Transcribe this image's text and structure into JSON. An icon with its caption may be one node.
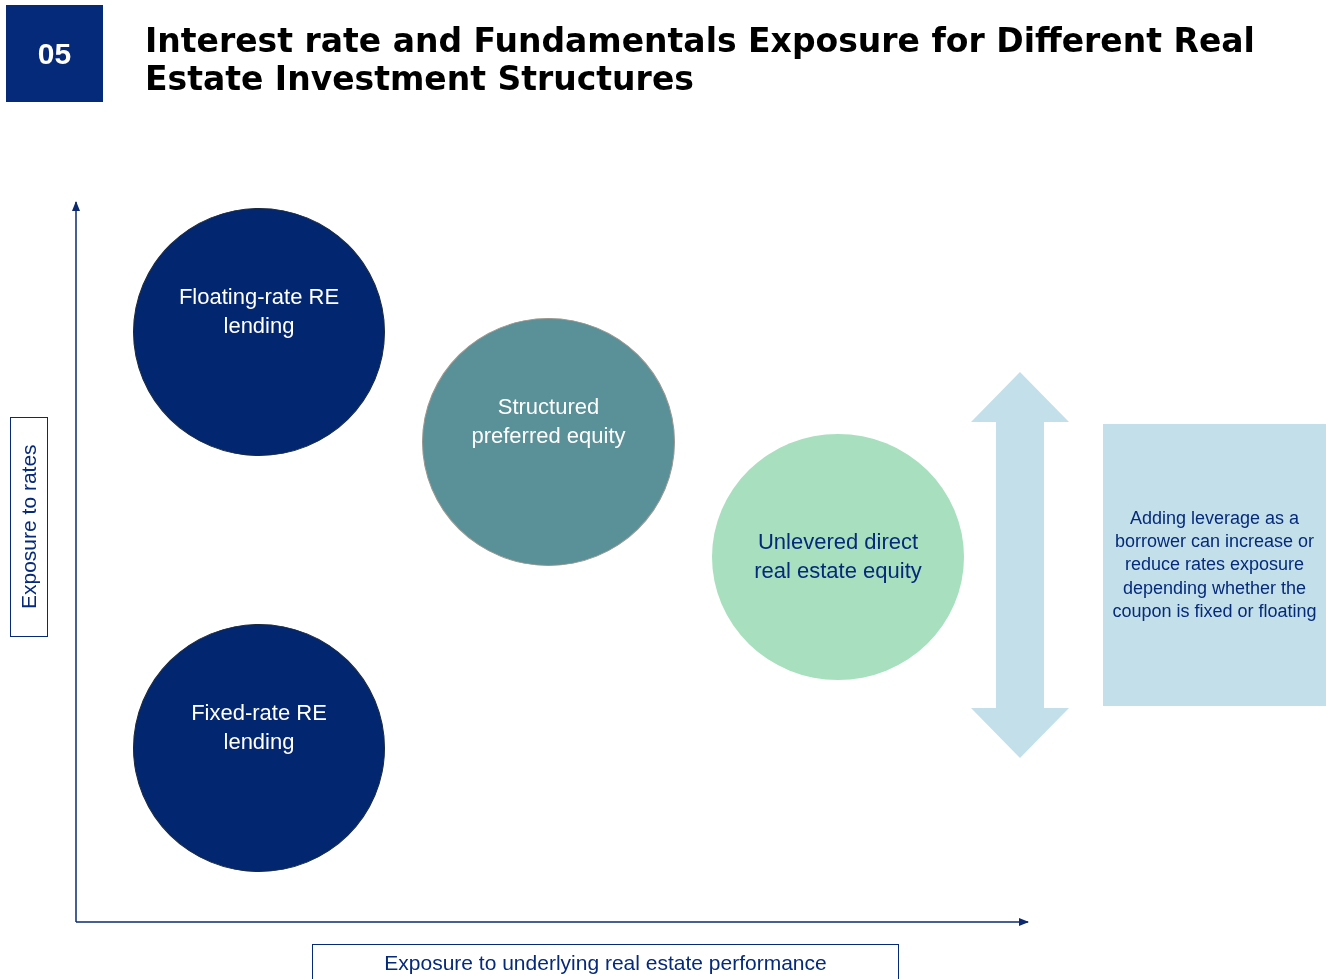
{
  "diagram": {
    "title": "Interest rate and Fundamentals Exposure for Different Real Estate Investment Structures",
    "nodes": [
      {
        "text": [
          "05"
        ]
      },
      {
        "text": [
          "Floating-rate RE lending"
        ]
      },
      {
        "text": [
          "Structured preferred equity"
        ]
      },
      {
        "text": [
          "Unlevered direct real estate equity"
        ]
      },
      {
        "text": [
          "Fixed-rate RE lending"
        ]
      },
      {
        "text": [
          "Adding leverage as a borrower can increase or reduce rates exposure depending whether the coupon is fixed or floating"
        ]
      },
      {
        "text": [
          "Exposure to rates"
        ]
      },
      {
        "text": [
          "Exposure to underlying real estate performance"
        ]
      }
    ],
    "edges": []
  }
}
